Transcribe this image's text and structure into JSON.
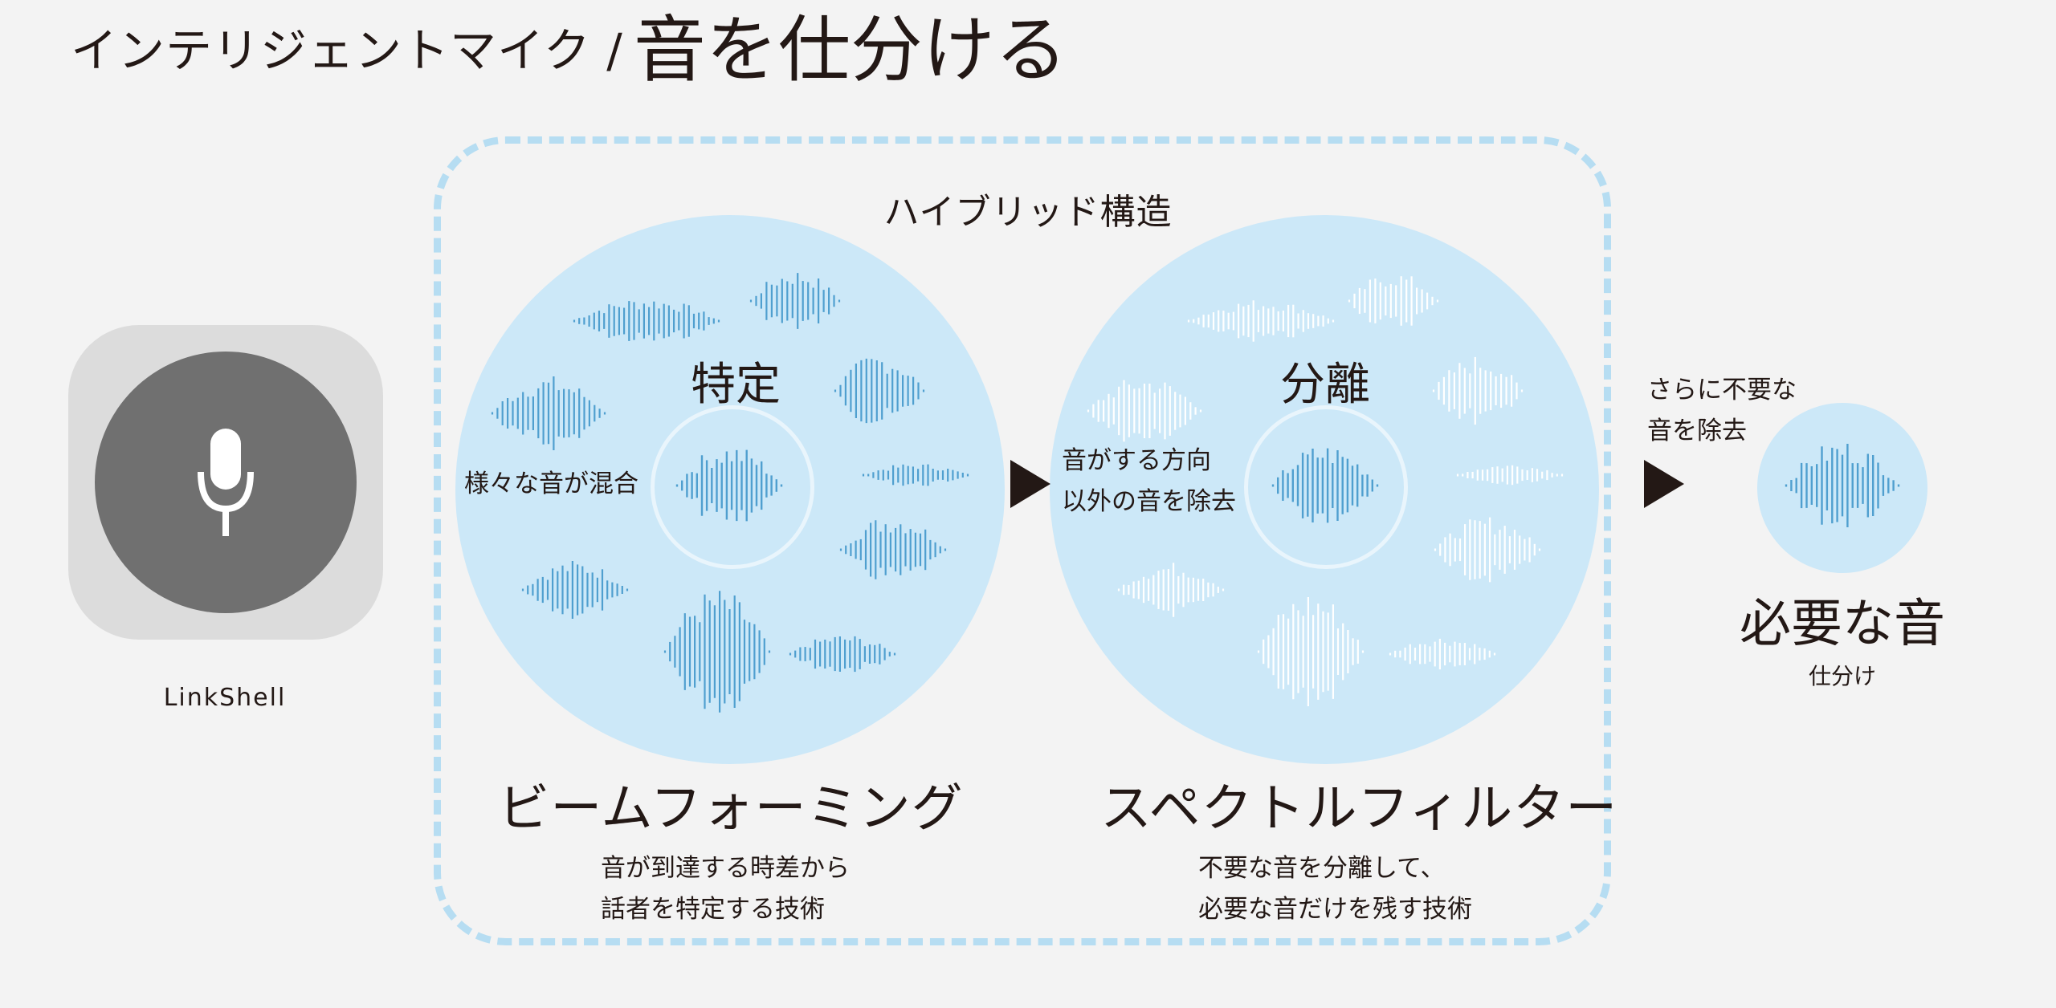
{
  "header": {
    "subtitle": "インテリジェントマイク /",
    "title": "音を仕分ける"
  },
  "device": {
    "label": "LinkShell",
    "icon": "microphone-icon"
  },
  "hybrid": {
    "label": "ハイブリッド構造"
  },
  "beamforming": {
    "center_label": "特定",
    "mixed_label": "様々な音が混合",
    "caption": "ビームフォーミング",
    "desc_line1": "音が到達する時差から",
    "desc_line2": "話者を特定する技術"
  },
  "spectral": {
    "center_label": "分離",
    "side_line1": "音がする方向",
    "side_line2": "以外の音を除去",
    "caption": "スペクトルフィルター",
    "desc_line1": "不要な音を分離して、",
    "desc_line2": "必要な音だけを残す技術"
  },
  "final": {
    "note_line1": "さらに不要な",
    "note_line2": "音を除去",
    "title": "必要な音",
    "subtitle": "仕分け"
  },
  "colors": {
    "background": "#f3f3f3",
    "circle_fill": "#cce8f8",
    "dashed_frame": "#b6ddf2",
    "wave_blue": "#4f9fcf",
    "wave_white": "#ffffff",
    "device_outer": "#dcdcdc",
    "device_inner": "#707070",
    "arrow": "#231815"
  }
}
